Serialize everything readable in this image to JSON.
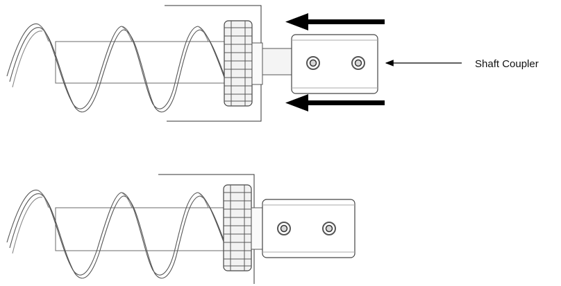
{
  "labels": {
    "callout": "Shaft Coupler"
  },
  "colors": {
    "background": "#ffffff",
    "line": "#4a4a4a",
    "light_line": "#8c8c8c",
    "fill": "#ffffff",
    "shade": "#efefef",
    "arrow": "#000000",
    "screw_ring": "#555555",
    "screw_center": "#d8d8d8"
  },
  "icons": {
    "auger": "auger-screw-icon",
    "gear": "gear-icon",
    "coupler": "shaft-coupler-icon",
    "push_arrow": "left-arrow-icon"
  },
  "views": [
    {
      "name": "before",
      "coupler_attached": false,
      "push_arrows": true,
      "callout": true
    },
    {
      "name": "after",
      "coupler_attached": true,
      "push_arrows": false,
      "callout": false
    }
  ]
}
